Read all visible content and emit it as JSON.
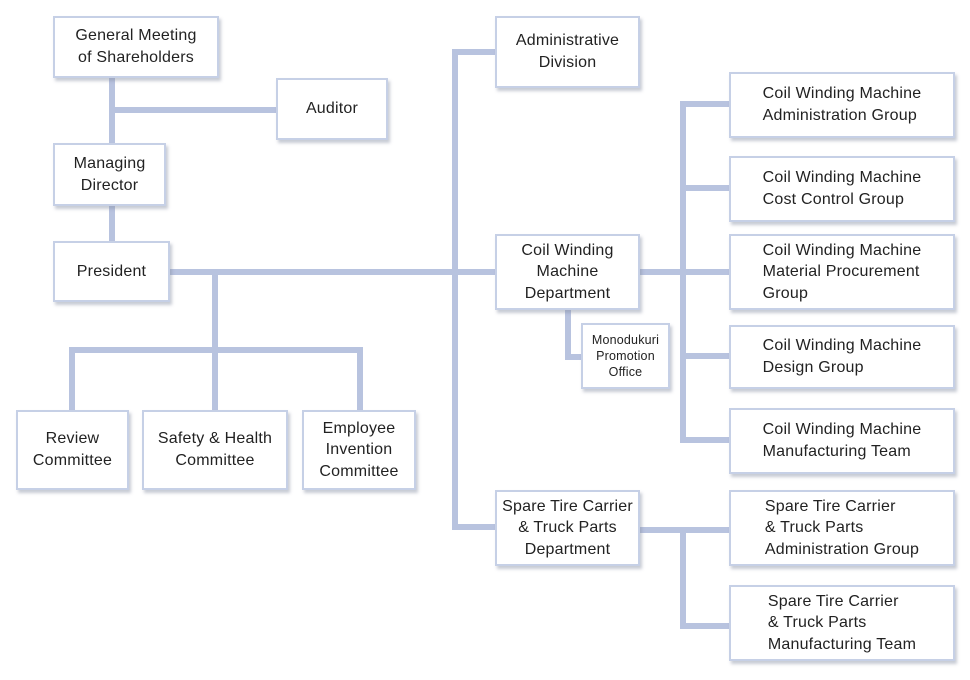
{
  "colors": {
    "connector": "#b8c3df",
    "box_border": "#c6d0e6"
  },
  "nodes": {
    "general_meeting": "General Meeting\n  of Shareholders",
    "auditor": "Auditor",
    "managing_director": "Managing\nDirector",
    "president": "President",
    "review_committee": "Review\nCommittee",
    "safety_health_committee": "Safety & Health\nCommittee",
    "employee_invention_committee": "Employee\nInvention\nCommittee",
    "administrative_division": "Administrative\nDivision",
    "coil_winding_department": "Coil Winding\nMachine\nDepartment",
    "monodukuri_office": "Monodukuri\nPromotion\nOffice",
    "spare_tire_department": "Spare Tire Carrier\n& Truck Parts\nDepartment",
    "cw_admin_group": "Coil Winding Machine\n   Administration Group",
    "cw_cost_control_group": "Coil Winding Machine\n   Cost Control Group",
    "cw_material_procurement_group": "Coil Winding Machine\n   Material Procurement\n       Group",
    "cw_design_group": "Coil Winding Machine\n   Design Group",
    "cw_manufacturing_team": "Coil Winding Machine\n   Manufacturing Team",
    "st_admin_group": "Spare Tire Carrier\n  & Truck Parts\n     Administration Group",
    "st_manufacturing_team": "Spare Tire Carrier\n  & Truck Parts\n     Manufacturing Team"
  }
}
